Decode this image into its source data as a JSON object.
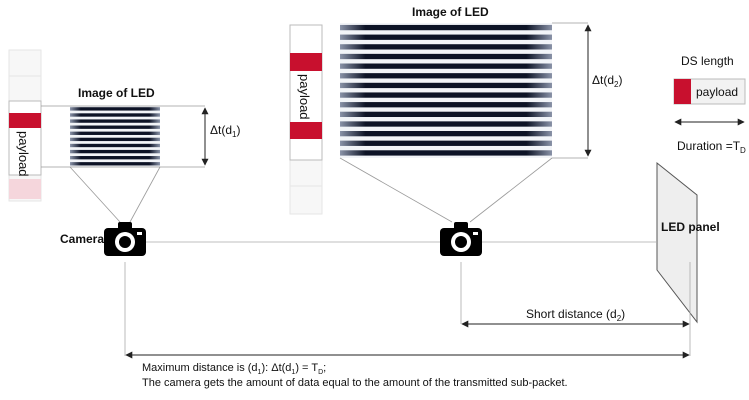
{
  "colors": {
    "payload_red": "#c8102e",
    "faded_red": "#f5d6dc",
    "stripe_dark": "#0d1326",
    "stripe_light": "#f2f4f8",
    "guide_line": "#9a9a9a",
    "dim_line": "#222222",
    "panel_fill": "#eeeeee"
  },
  "left_view": {
    "title": "Image of LED",
    "delta_label": "Δt(d",
    "delta_sub": "1",
    "delta_close": ")",
    "payload_text": "payload",
    "stripe_count": 10
  },
  "right_view": {
    "title": "Image of LED",
    "delta_label": "Δt(d",
    "delta_sub": "2",
    "delta_close": ")",
    "payload_text": "payload",
    "stripe_count": 14
  },
  "ds_legend": {
    "title": "DS length",
    "payload_text": "payload",
    "duration_label": "Duration =T",
    "duration_sub": "D"
  },
  "camera_label": "Camera",
  "camera_icon": "camera-icon",
  "led_panel_label": "LED panel",
  "short_distance": {
    "text": "Short distance (d",
    "sub": "2",
    "close": ")"
  },
  "max_distance": {
    "line1_text": "Maximum distance is (d",
    "line1_sub1": "1",
    "line1_mid": "): Δt(d",
    "line1_sub2": "1",
    "line1_end": ") = T",
    "line1_sub3": "D",
    "line1_tail": ";",
    "line2": "The camera gets the amount of data equal to the amount of the transmitted sub-packet."
  }
}
